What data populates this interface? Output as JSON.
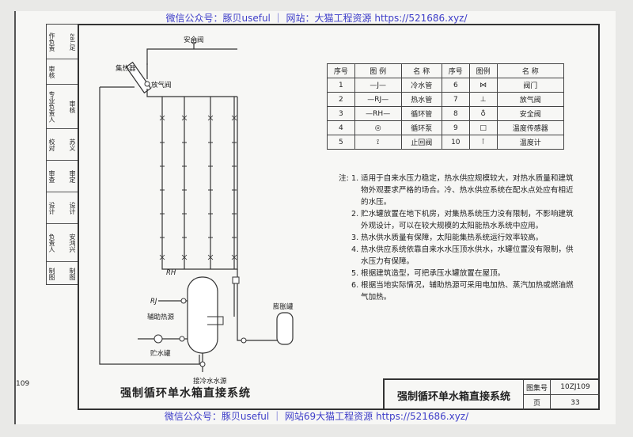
{
  "watermark": {
    "top": "微信公众号：豚贝useful ｜ 网站：大猫工程资源 https://521686.xyz/",
    "bottom": "微信公众号：豚贝useful ｜ 网站69大猫工程资源 https://521686.xyz/"
  },
  "sidebar": {
    "cells": [
      {
        "left": "作负责",
        "right": "ƨai.足"
      },
      {
        "left": "审核",
        "right": ""
      },
      {
        "left": "专业负责人",
        "right": "审核"
      },
      {
        "left": "校对",
        "right": "苏义"
      },
      {
        "left": "审查",
        "right": "审定"
      },
      {
        "left": "设计",
        "right": "设计"
      },
      {
        "left": "负责人",
        "right": "安鸿兴"
      },
      {
        "left": "制图",
        "right": "制图"
      }
    ],
    "page_code": "109"
  },
  "diagram": {
    "labels": {
      "safety_valve": "安全阀",
      "collector": "集热器",
      "vent_valve": "放气阀",
      "rh": "RH",
      "rj": "RJ",
      "aux_heat": "辅助热源",
      "tank": "贮水罐",
      "expansion_tank": "膨胀罐",
      "cold_water": "接冷水水源"
    },
    "title": "强制循环单水箱直接系统"
  },
  "legend": {
    "headers": [
      "序号",
      "图 例",
      "名 称",
      "序号",
      "图例",
      "名 称"
    ],
    "rows": [
      {
        "no1": "1",
        "sym1": "—J—",
        "name1": "冷水管",
        "no2": "6",
        "sym2": "⋈",
        "name2": "阀门"
      },
      {
        "no1": "2",
        "sym1": "—RJ—",
        "name1": "热水管",
        "no2": "7",
        "sym2": "⊥",
        "name2": "放气阀"
      },
      {
        "no1": "3",
        "sym1": "—RH—",
        "name1": "循环管",
        "no2": "8",
        "sym2": "♁",
        "name2": "安全阀"
      },
      {
        "no1": "4",
        "sym1": "◎",
        "name1": "循环泵",
        "no2": "9",
        "sym2": "□",
        "name2": "温度传感器"
      },
      {
        "no1": "5",
        "sym1": "⟟",
        "name1": "止回阀",
        "no2": "10",
        "sym2": "⊺",
        "name2": "温度计"
      }
    ]
  },
  "notes": {
    "label": "注:",
    "items": [
      {
        "num": "1.",
        "text": "适用于自来水压力稳定，热水供应规模较大，对热水质量和建筑物外观要求严格的场合。冷、热水供应系统在配水点处应有相近的水压。"
      },
      {
        "num": "2.",
        "text": "贮水罐放置在地下机房，对集热系统压力没有限制，不影响建筑外观设计，可以在较大规模的太阳能热水系统中应用。"
      },
      {
        "num": "3.",
        "text": "热水供水质量有保障，太阳能集热系统运行效率较高。"
      },
      {
        "num": "4.",
        "text": "热水供应系统依靠自来水水压顶水供水，水罐位置没有限制，供水压力有保障。"
      },
      {
        "num": "5.",
        "text": "根据建筑造型，可把承压水罐放置在屋顶。"
      },
      {
        "num": "6.",
        "text": "根据当地实际情况，辅助热源可采用电加热、蒸汽加热或燃油燃气加热。"
      }
    ]
  },
  "titleblock": {
    "title": "强制循环单水箱直接系统",
    "atlas_label": "图集号",
    "atlas_value": "10ZJ109",
    "page_label": "页",
    "page_value": "33"
  }
}
